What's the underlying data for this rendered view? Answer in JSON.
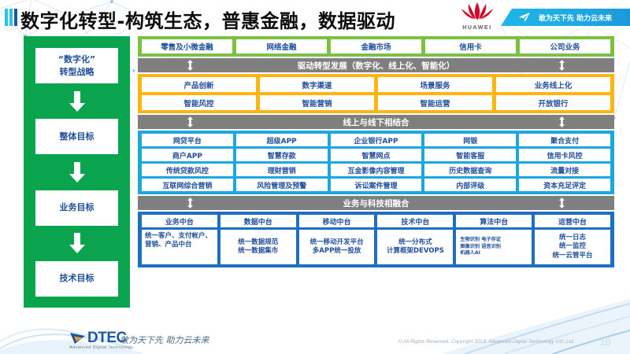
{
  "slide": {
    "title": "数字化转型-构筑生态，普惠金融，数据驱动",
    "page_number": "10",
    "accent_green": "#0aa44e",
    "accent_lightgreen": "#7ac143",
    "accent_orange": "#ffb511",
    "accent_blue": "#1ca7e0",
    "accent_darkblue": "#1f6fc0",
    "accent_grey": "#7f7f7f",
    "text_blue": "#1f4e9c"
  },
  "header": {
    "huawei_logo_text": "HUAWEI",
    "ribbon_text": "敢为天下先 助力云未来"
  },
  "strategy_column": {
    "items": [
      {
        "label": "“数字化”\n转型战略"
      },
      {
        "label": "整体目标"
      },
      {
        "label": "业务目标"
      },
      {
        "label": "技术目标"
      }
    ],
    "items_flat": [
      "“数字化” 转型战略",
      "整体目标",
      "业务目标",
      "技术目标"
    ]
  },
  "business_band": {
    "cells": [
      "零售及小微金融",
      "网络金融",
      "金融市场",
      "信用卡",
      "公司业务"
    ]
  },
  "connector_1": {
    "label": "驱动转型发展（数字化、线上化、智能化）"
  },
  "capability_band": {
    "row1": [
      "产品创新",
      "数字渠道",
      "场景服务",
      "业务线上化"
    ],
    "row2": [
      "智能风控",
      "智能营销",
      "智能运营",
      "开放银行"
    ]
  },
  "connector_2": {
    "label": "线上与线下相结合"
  },
  "application_band": {
    "row1": [
      "网贷平台",
      "超级APP",
      "企业银行APP",
      "网银",
      "聚合支付"
    ],
    "row2": [
      "商户APP",
      "智慧存款",
      "智慧网点",
      "智能客服",
      "信用卡风控"
    ],
    "row3": [
      "传统贷款风控",
      "理财营销",
      "互金影像内容管理",
      "历史数据查询",
      "流量对接"
    ],
    "row4": [
      "互联网综合营销",
      "风险管理及预警",
      "诉讼案件管理",
      "内部评级",
      "资本充足评定"
    ]
  },
  "connector_3": {
    "label": "业务与科技相融合"
  },
  "platform_band": {
    "columns": [
      {
        "head": "业务中台",
        "body": "统一客户、支付帐户、营销、产品中台"
      },
      {
        "head": "数据中台",
        "body": "统一数据规范\n统一数据集市"
      },
      {
        "head": "移动中台",
        "body": "统一移动开发平台\n多APP统一投放"
      },
      {
        "head": "技术中台",
        "body": "统一分布式\n计算框架DEVOPS"
      },
      {
        "head": "算法中台",
        "body": "生物识别 电子存证\n图像识别 语音识别\n机器人AI"
      },
      {
        "head": "运营中台",
        "body": "统一日志\n统一监控\n统一云管平台"
      }
    ]
  },
  "footer": {
    "logo_word": "DTEC",
    "logo_sub": "Advanced Digital Technology",
    "slogan": "敢为天下先  助力云未来",
    "copyright": "© All Rights Reserved. Copyright 2019, Advanced Digital Technology CO.,Ltd"
  }
}
